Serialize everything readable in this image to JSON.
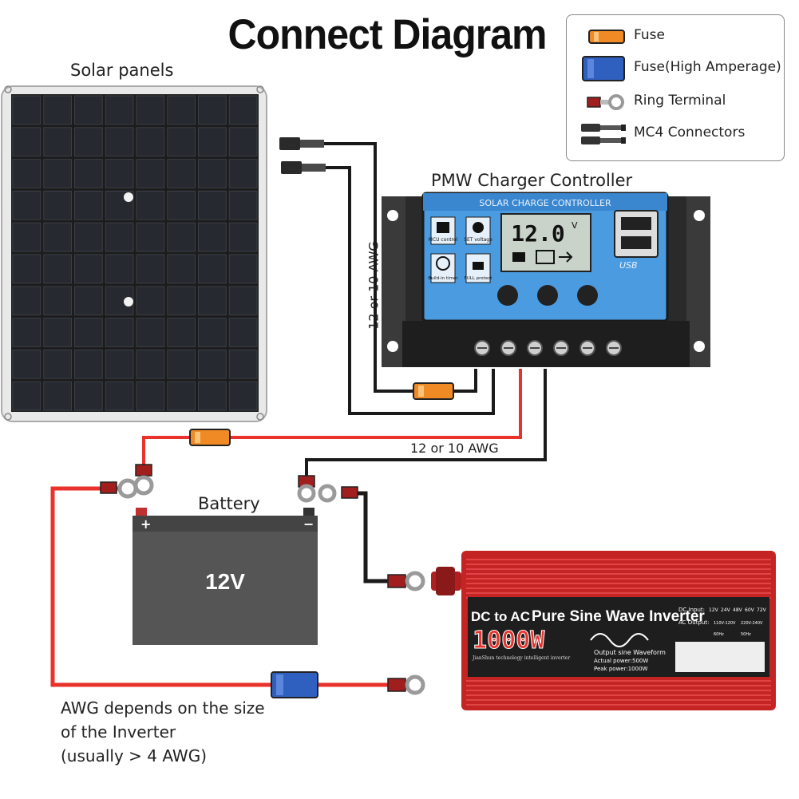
{
  "title": "Connect Diagram",
  "legend": [
    {
      "icon": "fuse-icon",
      "label": "Fuse"
    },
    {
      "icon": "high-amperage-fuse-icon",
      "label": "Fuse(High Amperage)"
    },
    {
      "icon": "ring-terminal-icon",
      "label": "Ring Terminal"
    },
    {
      "icon": "mc4-connector-icon",
      "label": "MC4 Connectors"
    }
  ],
  "labels": {
    "solar_panels": "Solar panels",
    "controller": "PMW Charger Controller",
    "battery": "Battery",
    "wire_gauge_vertical": "12 or 10 AWG",
    "wire_gauge_horizontal": "12 or 10 AWG"
  },
  "controller": {
    "banner": "SOLAR CHARGE CONTROLLER",
    "display": "12.0",
    "unit": "V",
    "mcu_label": "MCU control",
    "set_label": "SET voltage",
    "timer_label": "Build-in timer",
    "protect_label": "FULL protect",
    "usb_label": "USB"
  },
  "battery": {
    "voltage": "12V",
    "plus": "+",
    "minus": "−"
  },
  "inverter": {
    "headline": "DC to AC",
    "headline_main": "Pure Sine Wave Inverter",
    "power": "1000W",
    "brand_line": "JianShun technology intelligent inverter",
    "waveform_label": "Output sine Waveform",
    "actual_power": "Actual power:500W",
    "peak_power": "Peak power:1000W",
    "dc_input": "DC Input:",
    "ac_output": "AC Output:",
    "dc_options": [
      "12V",
      "24V",
      "48V",
      "60V",
      "72V"
    ],
    "ac_options": [
      "110V-120V",
      "220V-240V"
    ],
    "freq_options": [
      "60Hz",
      "50Hz"
    ]
  },
  "note": {
    "line1": "AWG depends on the size",
    "line2": "of the Inverter",
    "line3": "(usually  > 4 AWG)"
  },
  "colors": {
    "red_wire": "#e8322b",
    "black_wire": "#1a1a1a",
    "fuse": "#f08a24",
    "high_fuse": "#2f5fbf",
    "controller_face": "#4a9be0",
    "inverter_red": "#d42a2a",
    "battery_body": "#555555"
  }
}
